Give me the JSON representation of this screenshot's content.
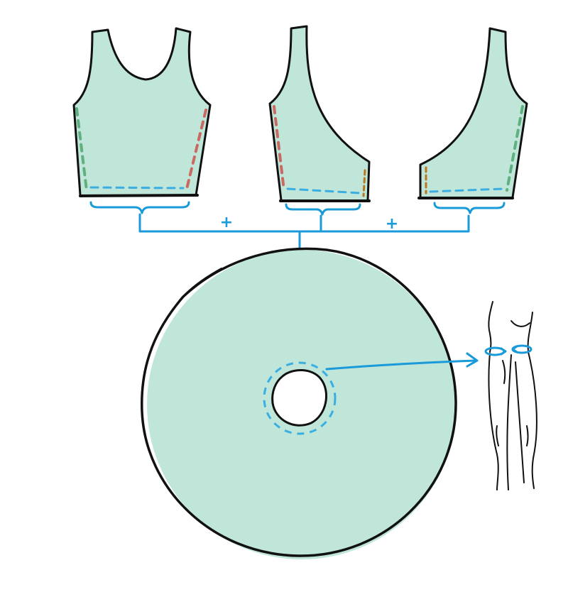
{
  "diagram": {
    "plus_left": "+",
    "plus_right": "+",
    "colors": {
      "fabric": "#c0e6da",
      "outline": "#111111",
      "guide": "#1a9ad8",
      "seam_green": "#5fb07f",
      "seam_red": "#c86a62",
      "seam_brown": "#b8781f",
      "seam_blue": "#3aaee0"
    },
    "pieces": [
      "front-bodice",
      "back-left-bodice",
      "back-right-bodice"
    ],
    "skirt": "circle-skirt",
    "figure": "waist-figure"
  }
}
